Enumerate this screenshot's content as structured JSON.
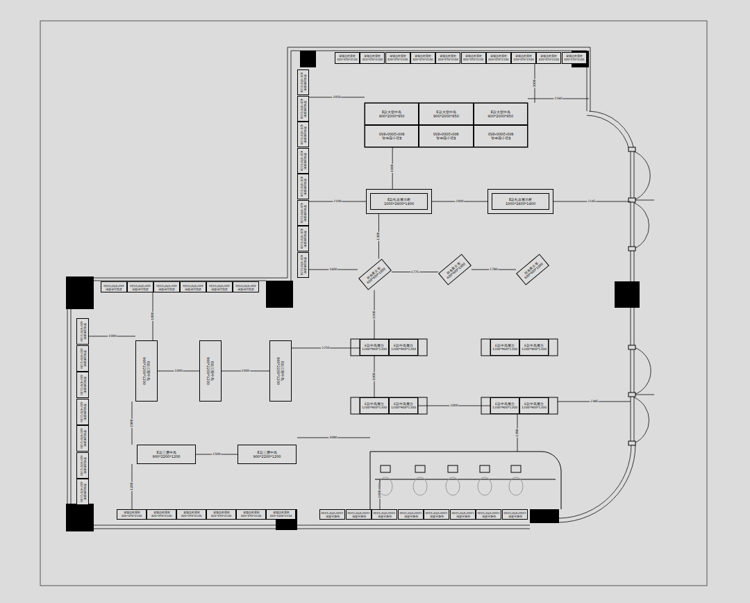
{
  "diagram": {
    "nodes": [
      {
        "text": [
          "背墙边柜展柜",
          "420*470*2100"
        ]
      },
      {
        "text": [
          "背墙边柜展柜",
          "420*470*2100"
        ]
      },
      {
        "text": [
          "背墙边柜展柜",
          "420*470*2100"
        ]
      },
      {
        "text": [
          "背墙边柜展柜",
          "420*470*2100"
        ]
      },
      {
        "text": [
          "背墙边柜展柜",
          "420*470*2100"
        ]
      },
      {
        "text": [
          "背墙边柜展柜",
          "420*470*2100"
        ]
      },
      {
        "text": [
          "背墙边柜展柜",
          "420*470*2100"
        ]
      },
      {
        "text": [
          "背墙边柜展柜",
          "420*470*2100"
        ]
      },
      {
        "text": [
          "背墙边柜展柜",
          "420*470*2100"
        ]
      },
      {
        "text": [
          "背墙边柜展柜",
          "420*470*2100"
        ]
      },
      {
        "text": [
          "背墙边柜展柜",
          "420*470*2100"
        ]
      },
      {
        "text": [
          "背墙边柜展柜",
          "420*470*2100"
        ]
      },
      {
        "text": [
          "背墙边柜展柜",
          "420*470*2100"
        ]
      },
      {
        "text": [
          "背墙边柜展柜",
          "420*470*2100"
        ]
      },
      {
        "text": [
          "背墙边柜展柜",
          "420*470*2100"
        ]
      },
      {
        "text": [
          "背墙边柜展柜",
          "420*470*2100"
        ]
      },
      {
        "text": [
          "背墙边柜展柜",
          "420*470*2100"
        ]
      },
      {
        "text": [
          "背墙边柜展柜",
          "420*470*2100"
        ]
      },
      {
        "text": [
          "E款大型中岛",
          "900*2000*850"
        ]
      },
      {
        "text": [
          "E款大型中岛",
          "900*2000*850"
        ]
      },
      {
        "text": [
          "E款大型中岛",
          "900*2000*850"
        ]
      },
      {
        "text": [
          "E款小型中岛",
          "900*2000*850"
        ]
      },
      {
        "text": [
          "E款小型中岛",
          "900*2000*850"
        ]
      },
      {
        "text": [
          "E款小型中岛",
          "900*2000*850"
        ]
      },
      {
        "text": [
          "E款礼盒展示柜",
          "1000*2400*1400"
        ]
      },
      {
        "text": [
          "E款礼盒展示柜",
          "1000*2400*1400"
        ]
      },
      {
        "text": [
          "转角展示柜",
          "600*600*1000"
        ]
      },
      {
        "text": [
          "转角展示柜",
          "600*600*1000"
        ]
      },
      {
        "text": [
          "转角展示柜",
          "600*600*1000"
        ]
      },
      {
        "text": [
          "背墙边柜展柜",
          "420*470*2100"
        ]
      },
      {
        "text": [
          "背墙边柜展柜",
          "420*470*2100"
        ]
      },
      {
        "text": [
          "背墙边柜展柜",
          "420*470*2100"
        ]
      },
      {
        "text": [
          "背墙边柜展柜",
          "420*470*2100"
        ]
      },
      {
        "text": [
          "背墙边柜展柜",
          "420*470*2100"
        ]
      },
      {
        "text": [
          "背墙边柜展柜",
          "420*470*2100"
        ]
      },
      {
        "text": [
          "背墙边柜展柜",
          "420*470*2100"
        ]
      },
      {
        "text": [
          "背墙边柜展柜",
          "420*470*2100"
        ]
      },
      {
        "text": [
          "背墙边柜展柜",
          "420*470*2100"
        ]
      },
      {
        "text": [
          "背墙边柜展柜",
          "420*470*2100"
        ]
      },
      {
        "text": [
          "背墙边柜展柜",
          "420*470*2100"
        ]
      },
      {
        "text": [
          "背墙边柜展柜",
          "420*470*2100"
        ]
      },
      {
        "text": [
          "背墙边柜展柜",
          "420*470*2100"
        ]
      },
      {
        "text": [
          "E款三层中岛",
          "900*2200*1200"
        ]
      },
      {
        "text": [
          "E款三层中岛",
          "900*2200*1200"
        ]
      },
      {
        "text": [
          "E款三层中岛",
          "900*2200*1200"
        ]
      },
      {
        "text": [
          "E款中岛展台",
          "1200*900*1200"
        ]
      },
      {
        "text": [
          "E款中岛展台",
          "1200*900*1200"
        ]
      },
      {
        "text": [
          "E款中岛展台",
          "1200*900*1200"
        ]
      },
      {
        "text": [
          "E款中岛展台",
          "1200*900*1200"
        ]
      },
      {
        "text": [
          "E款中岛展台",
          "1200*900*1200"
        ]
      },
      {
        "text": [
          "E款中岛展台",
          "1200*900*1200"
        ]
      },
      {
        "text": [
          "E款中岛展台",
          "1200*900*1200"
        ]
      },
      {
        "text": [
          "E款中岛展台",
          "1200*900*1200"
        ]
      },
      {
        "text": [
          "E款三层中岛",
          "900*2200*1200"
        ]
      },
      {
        "text": [
          "E款三层中岛",
          "900*2200*1200"
        ]
      },
      {
        "text": [
          "背墙边柜展柜",
          "420*470*2100"
        ]
      },
      {
        "text": [
          "背墙边柜展柜",
          "420*470*2100"
        ]
      },
      {
        "text": [
          "背墙边柜展柜",
          "420*470*2100"
        ]
      },
      {
        "text": [
          "背墙边柜展柜",
          "420*470*2100"
        ]
      },
      {
        "text": [
          "背墙边柜展柜",
          "420*470*2100"
        ]
      },
      {
        "text": [
          "背墙边柜展柜",
          "420*1000*2100"
        ]
      },
      {
        "text": [
          "收银台展柜",
          "1200*470*1200"
        ]
      },
      {
        "text": [
          "收银台展柜",
          "1200*470*1200"
        ]
      },
      {
        "text": [
          "收银台展柜",
          "1200*470*1200"
        ]
      },
      {
        "text": [
          "收银台展柜",
          "1200*470*1200"
        ]
      },
      {
        "text": [
          "收银台展柜",
          "1200*470*1200"
        ]
      },
      {
        "text": [
          "收银台展柜",
          "1200*470*1200"
        ]
      },
      {
        "text": [
          "收银台展柜",
          "1200*470*1200"
        ]
      },
      {
        "text": [
          "收银台展柜",
          "1200*470*1200"
        ]
      }
    ],
    "edges": [
      {
        "from": 21,
        "to": 24,
        "arrow": "none",
        "label": "1000"
      },
      {
        "from": 24,
        "to": 25,
        "arrow": "none",
        "label": "2000"
      },
      {
        "from": 24,
        "to": 26,
        "arrow": "none",
        "label": "1300"
      },
      {
        "from": 26,
        "to": 27,
        "arrow": "none",
        "label": "1775"
      },
      {
        "from": 27,
        "to": 28,
        "arrow": "none",
        "label": "1780"
      },
      {
        "from": 26,
        "to": 45,
        "arrow": "none",
        "label": "1600"
      },
      {
        "from": 42,
        "to": 43,
        "arrow": "none",
        "label": "1000"
      },
      {
        "from": 43,
        "to": 44,
        "arrow": "none",
        "label": "1000"
      },
      {
        "from": 44,
        "to": 45,
        "arrow": "none",
        "label": "2250"
      },
      {
        "from": 45,
        "to": 49,
        "arrow": "none",
        "label": "1000"
      },
      {
        "from": 50,
        "to": 51,
        "arrow": "none",
        "label": "2000"
      },
      {
        "from": 53,
        "to": 54,
        "arrow": "none",
        "label": "1500"
      }
    ],
    "labels": [
      "2050",
      "3000",
      "2160",
      "2100",
      "2145",
      "1600",
      "1800",
      "1000",
      "2385",
      "1900",
      "3080",
      "1390",
      "1000",
      "1200"
    ]
  }
}
